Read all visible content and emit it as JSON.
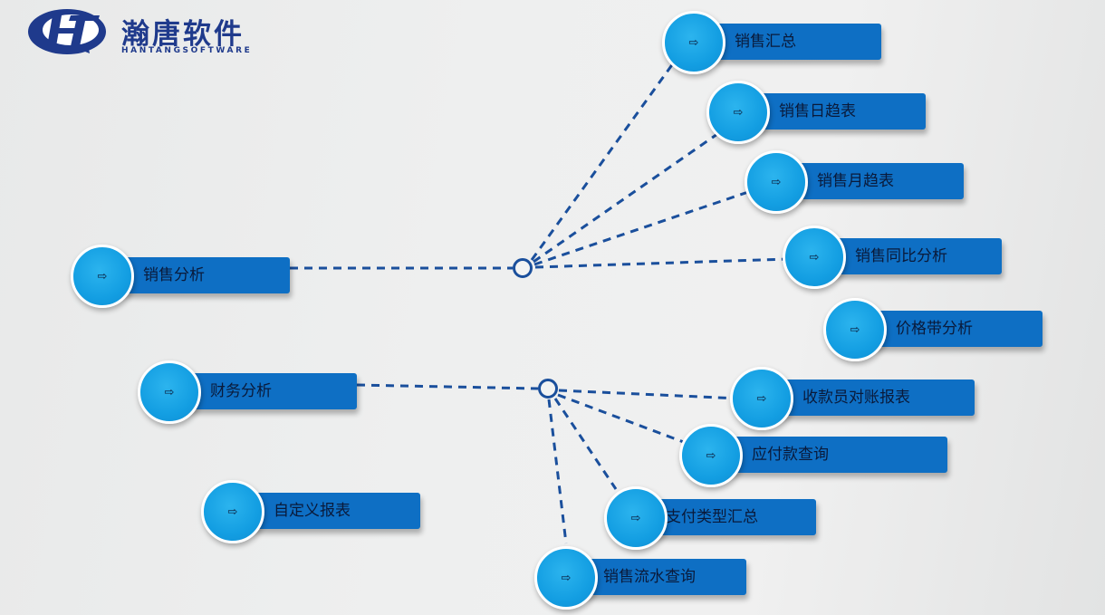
{
  "logo": {
    "title": "瀚唐软件",
    "subtitle": "HANTANGSOFTWARE"
  },
  "arrow_glyph": "⇨",
  "colors": {
    "bar": "#0e6fc4",
    "circle": "#139ee2",
    "connector": "#1a4f9c",
    "logo": "#1f3a8c"
  },
  "nodes": {
    "sales_analysis": {
      "label": "销售分析"
    },
    "finance_analysis": {
      "label": "财务分析"
    },
    "custom_report": {
      "label": "自定义报表"
    },
    "sales_summary": {
      "label": "销售汇总"
    },
    "sales_daily_trend": {
      "label": "销售日趋表"
    },
    "sales_monthly_trend": {
      "label": "销售月趋表"
    },
    "sales_yoy_analysis": {
      "label": "销售同比分析"
    },
    "price_band_analysis": {
      "label": "价格带分析"
    },
    "cashier_reconciliation": {
      "label": "收款员对账报表"
    },
    "payables_query": {
      "label": "应付款查询"
    },
    "payment_type_summary": {
      "label": "支付类型汇总"
    },
    "sales_flow_query": {
      "label": "销售流水查询"
    }
  }
}
